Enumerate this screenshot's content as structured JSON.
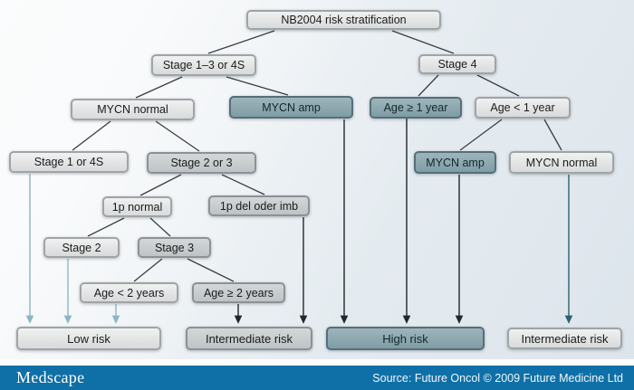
{
  "diagram": {
    "title": "NB2004 risk stratification",
    "nodes": {
      "root": {
        "label": "NB2004 risk stratification"
      },
      "stage_1_3_or_4s": {
        "label": "Stage 1–3 or 4S"
      },
      "stage_4": {
        "label": "Stage 4"
      },
      "mycn_normal_left": {
        "label": "MYCN normal"
      },
      "mycn_amp_left": {
        "label": "MYCN amp"
      },
      "age_ge_1_year": {
        "label": "Age ≥ 1 year"
      },
      "age_lt_1_year": {
        "label": "Age < 1 year"
      },
      "stage_1_or_4s": {
        "label": "Stage 1 or 4S"
      },
      "stage_2_or_3": {
        "label": "Stage 2 or 3"
      },
      "mycn_amp_right": {
        "label": "MYCN amp"
      },
      "mycn_normal_right": {
        "label": "MYCN normal"
      },
      "p1_normal": {
        "label": "1p normal"
      },
      "p1_del_oder_imb": {
        "label": "1p del oder imb"
      },
      "stage_2": {
        "label": "Stage 2"
      },
      "stage_3": {
        "label": "Stage 3"
      },
      "age_lt_2_years": {
        "label": "Age < 2 years"
      },
      "age_ge_2_years": {
        "label": "Age ≥ 2 years"
      },
      "low_risk": {
        "label": "Low risk"
      },
      "intermediate_risk_left": {
        "label": "Intermediate risk"
      },
      "high_risk": {
        "label": "High risk"
      },
      "intermediate_risk_right": {
        "label": "Intermediate risk"
      }
    },
    "colors": {
      "box_light": "#dcdedf",
      "box_medium": "#c6cbcd",
      "box_teal": "#8aa5ae",
      "connector_dark_gray": "#3a3f42",
      "arrow_dark": "#20282b",
      "arrow_light_teal": "#8db5c5",
      "arrow_dark_teal": "#2e616f",
      "footer_blue": "#0f70a7"
    }
  },
  "footer": {
    "brand": "Medscape",
    "source": "Source: Future Oncol © 2009 Future Medicine Ltd"
  }
}
